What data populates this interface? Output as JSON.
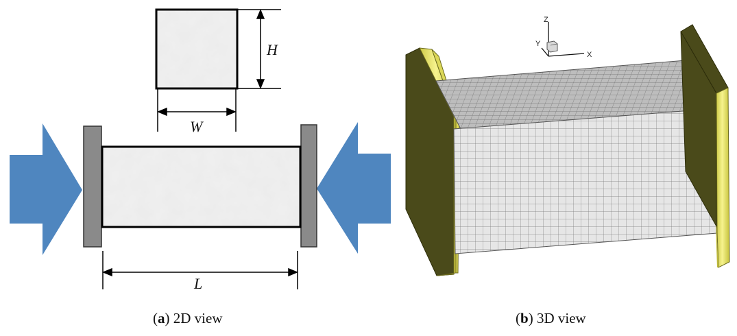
{
  "panel_a": {
    "dimension_labels": {
      "height": "H",
      "width": "W",
      "length": "L"
    },
    "caption": {
      "letter": "a",
      "text": "2D view"
    }
  },
  "panel_b": {
    "axes": {
      "z": "Z",
      "y": "Y",
      "x": "X"
    },
    "caption": {
      "letter": "b",
      "text": "3D view"
    }
  },
  "colors": {
    "arrow": "#4f86bf",
    "plate_grey": "#8a8a8a",
    "specimen_fill": "#f0f0f0",
    "plate_yellow": "#e6e26a",
    "plate_olive": "#4a4a1a",
    "mesh_face": "#e4e4e4",
    "mesh_top": "#b8b8b8"
  }
}
